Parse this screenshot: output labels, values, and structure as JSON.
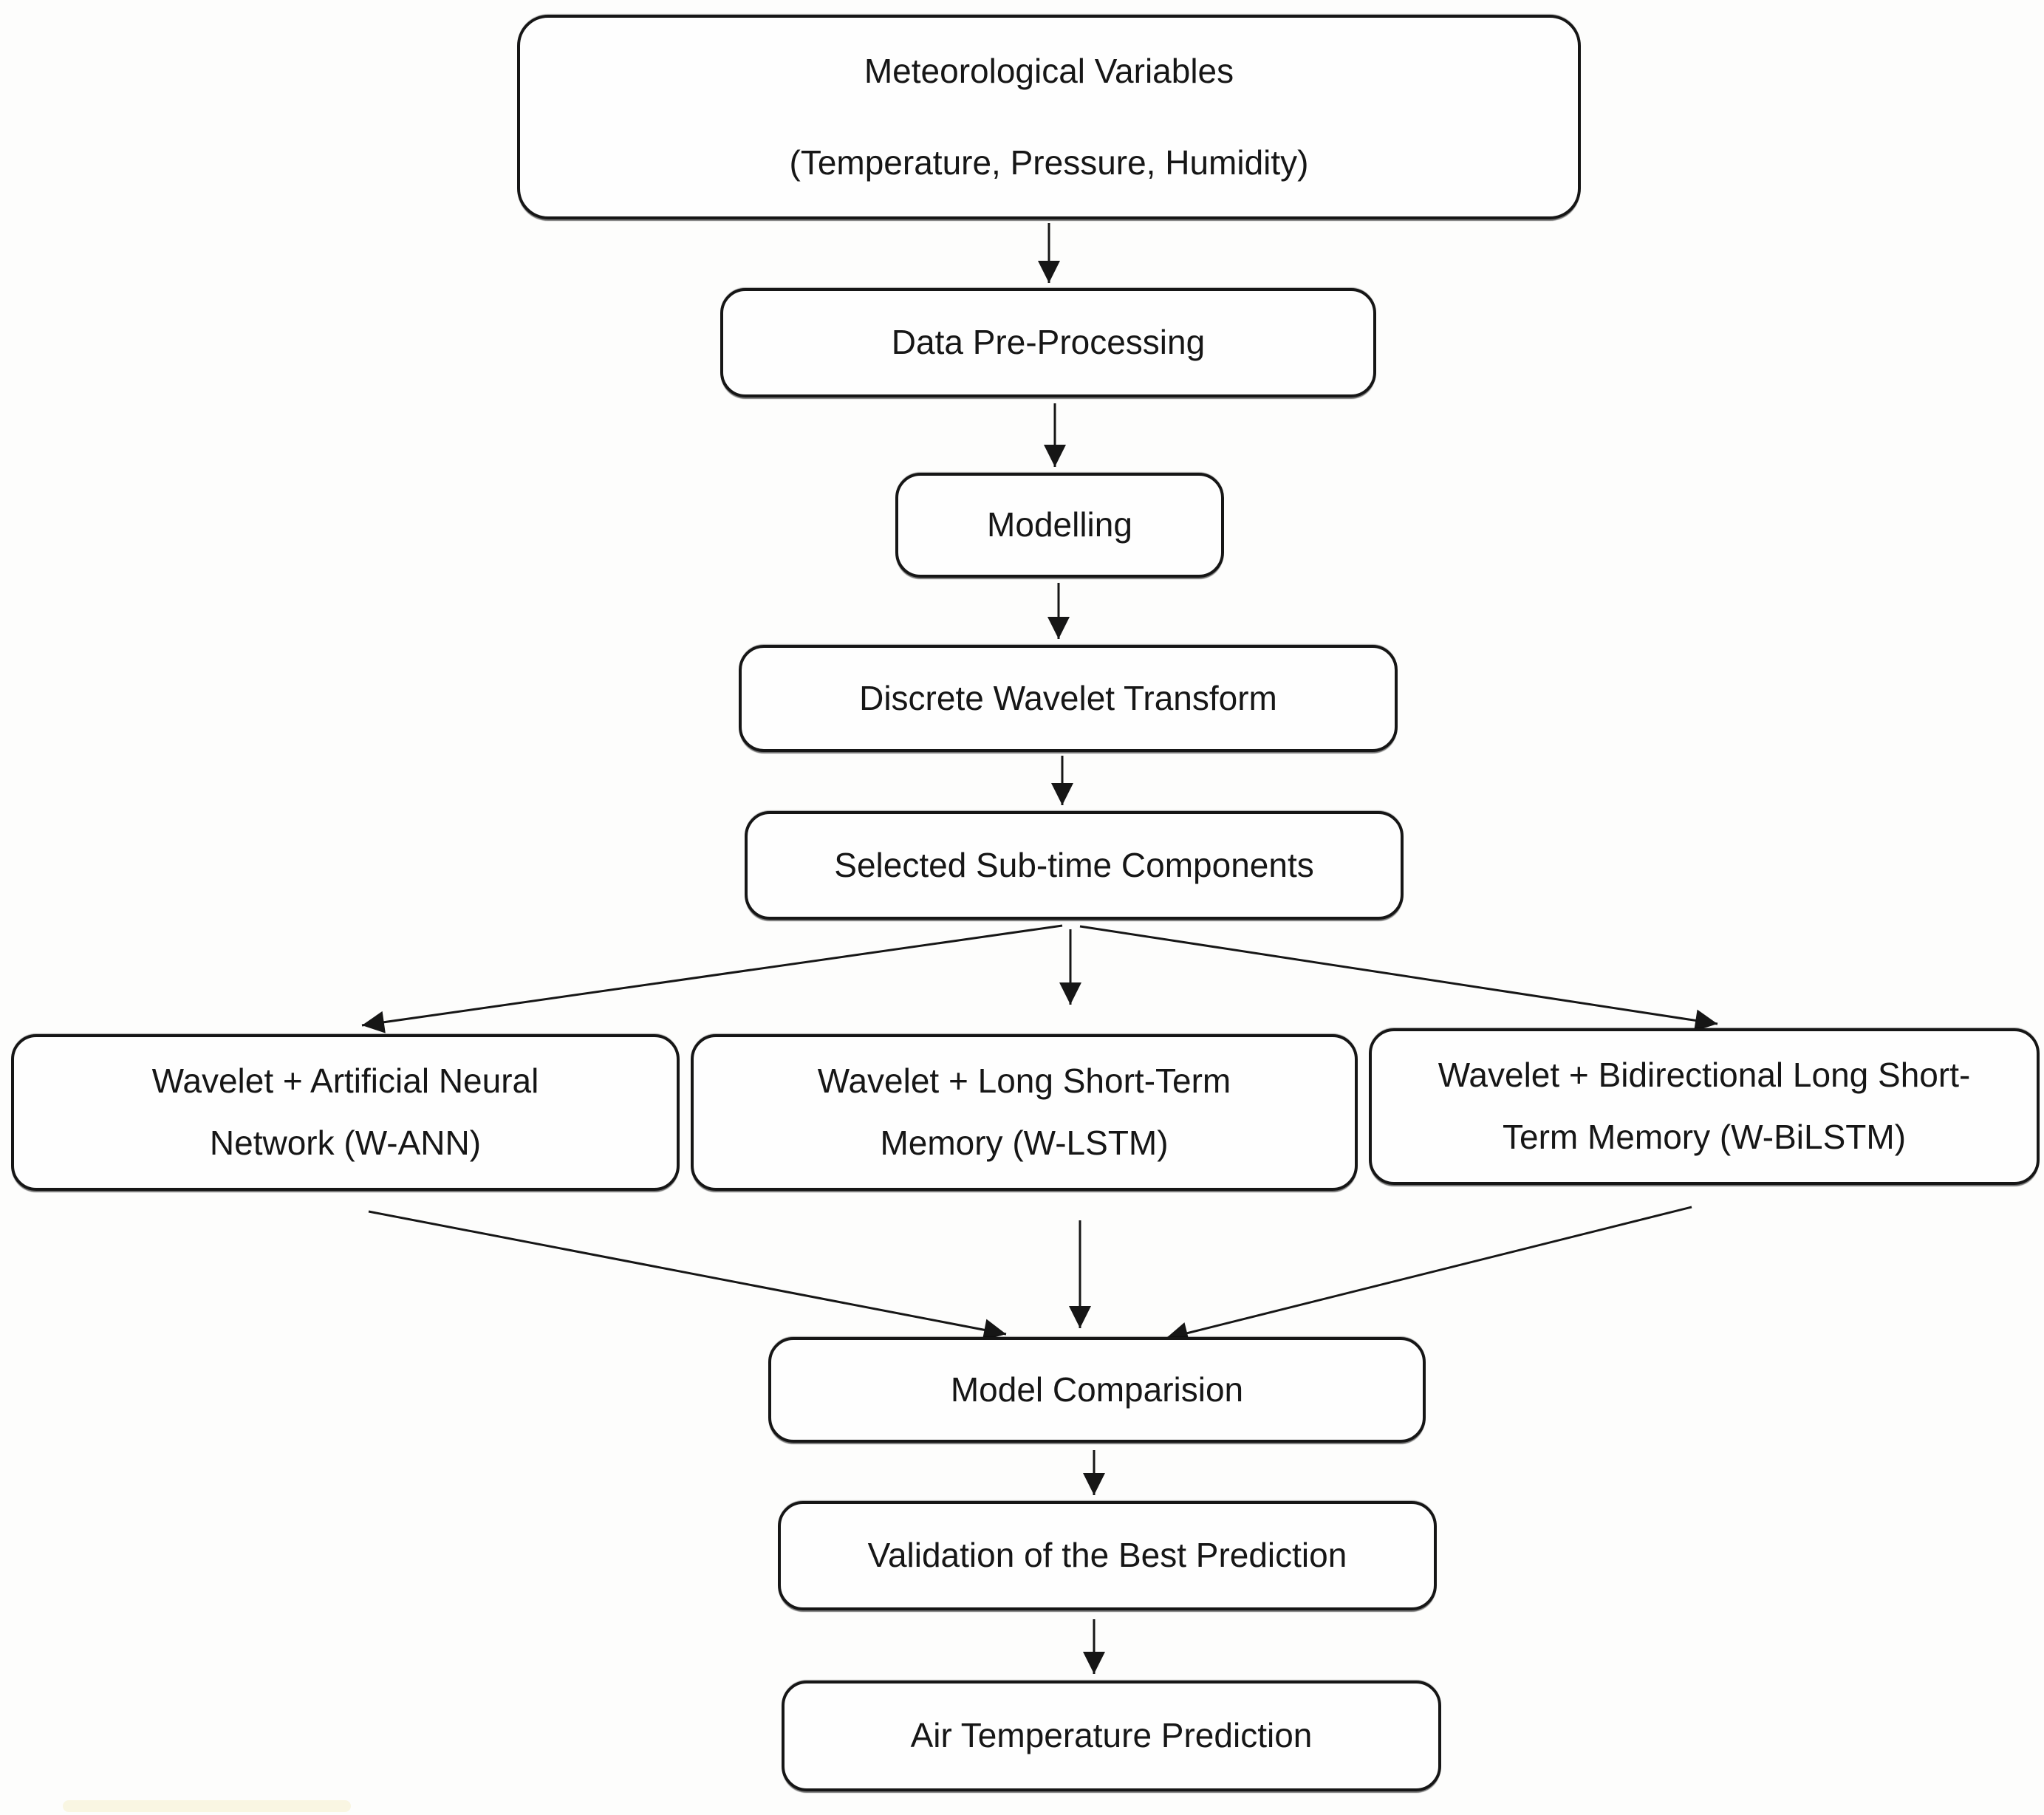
{
  "figure": {
    "type": "flowchart",
    "background": "#fdfdfc",
    "ink_color": "#161616"
  },
  "nodes": {
    "meteorological_variables": {
      "line1": "Meteorological Variables",
      "line2": "(Temperature, Pressure, Humidity)"
    },
    "data_preprocessing": {
      "label": "Data Pre-Processing"
    },
    "modelling": {
      "label": "Modelling"
    },
    "discrete_wavelet_transform": {
      "label": "Discrete Wavelet Transform"
    },
    "selected_subtime_components": {
      "label": "Selected Sub-time Components"
    },
    "w_ann": {
      "label": "Wavelet + Artificial Neural Network (W-ANN)"
    },
    "w_lstm": {
      "label": "Wavelet + Long Short-Term Memory (W-LSTM)"
    },
    "w_bilstm": {
      "label": "Wavelet + Bidirectional Long Short-Term Memory (W-BiLSTM)"
    },
    "model_comparison": {
      "label": "Model Comparision"
    },
    "validation_best_prediction": {
      "label": "Validation of the Best Prediction"
    },
    "air_temperature_prediction": {
      "label": "Air Temperature Prediction"
    }
  },
  "edges": [
    "meteorological_variables -> data_preprocessing",
    "data_preprocessing -> modelling",
    "modelling -> discrete_wavelet_transform",
    "discrete_wavelet_transform -> selected_subtime_components",
    "selected_subtime_components -> w_ann",
    "selected_subtime_components -> w_lstm",
    "selected_subtime_components -> w_bilstm",
    "w_ann -> model_comparison",
    "w_lstm -> model_comparison",
    "w_bilstm -> model_comparison",
    "model_comparison -> validation_best_prediction",
    "validation_best_prediction -> air_temperature_prediction"
  ]
}
